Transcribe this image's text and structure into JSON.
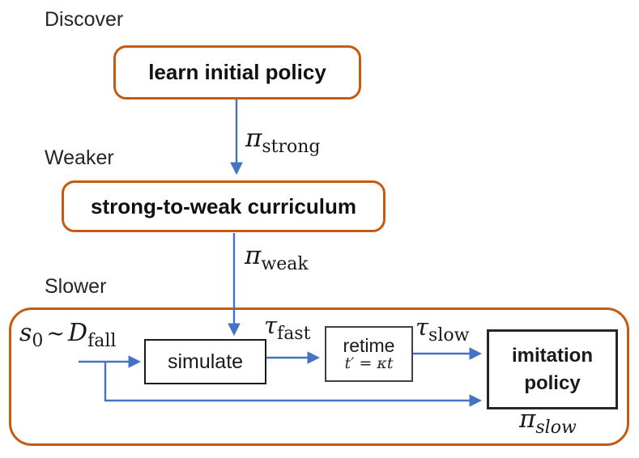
{
  "colors": {
    "accent_orange": "#C55A11",
    "arrow_blue": "#4472C4",
    "text_black": "#1a1a1a",
    "background": "#ffffff"
  },
  "phase_labels": {
    "discover": "Discover",
    "weaker": "Weaker",
    "slower": "Slower"
  },
  "nodes": {
    "learn_initial_policy": {
      "label": "learn initial policy"
    },
    "strong_to_weak_curriculum": {
      "label": "strong-to-weak curriculum"
    },
    "simulate": {
      "label": "simulate"
    },
    "retime": {
      "label": "retime",
      "equation": "t′ = κt"
    },
    "imitation_policy": {
      "line1": "imitation",
      "line2": "policy"
    }
  },
  "math_labels": {
    "pi_strong": {
      "symbol": "π",
      "subscript": "strong"
    },
    "pi_weak": {
      "symbol": "π",
      "subscript": "weak"
    },
    "pi_slow": {
      "symbol": "π",
      "subscript": "slow"
    },
    "tau_fast": {
      "symbol": "τ",
      "subscript": "fast"
    },
    "tau_slow": {
      "symbol": "τ",
      "subscript": "slow"
    },
    "initial_state": {
      "var": "s",
      "var_sub": "0",
      "relation": "∼",
      "dist": "D",
      "dist_sub": "fall"
    }
  }
}
